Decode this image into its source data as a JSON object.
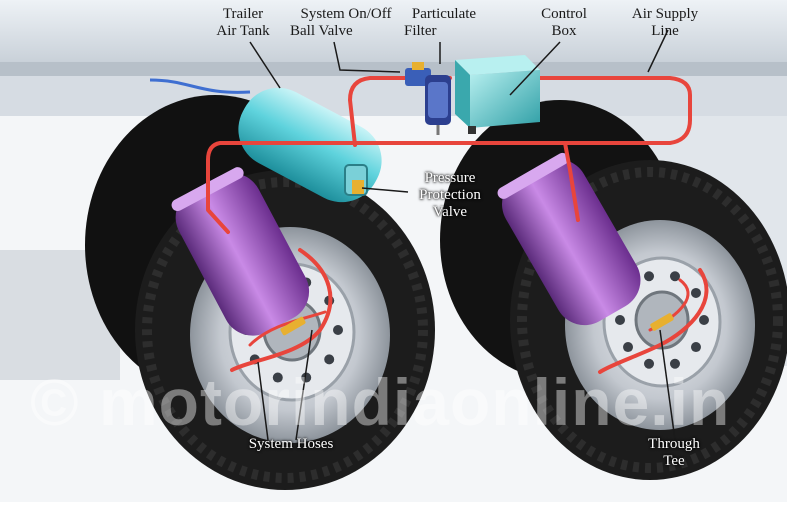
{
  "labels": {
    "trailer_air_tank": [
      "Trailer",
      "Air Tank"
    ],
    "ball_valve": [
      "System On/Off",
      "Ball Valve"
    ],
    "particulate_filter": [
      "Particulate",
      "Filter"
    ],
    "control_box": [
      "Control",
      "Box"
    ],
    "air_supply_line": [
      "Air Supply",
      "Line"
    ],
    "pressure_protection_valve": [
      "Pressure",
      "Protection",
      "Valve"
    ],
    "system_hoses": "System Hoses",
    "through_tee": [
      "Through",
      "Tee"
    ]
  },
  "watermark": "© motorindiaonline.in",
  "colors": {
    "hose": "#e8453c",
    "tank": "#5fd3dd",
    "chamber": "#a455c8",
    "tire": "#1c1c1c",
    "rim": "#c8ccd2",
    "frame": "#d8dfe6",
    "control_box": "#6fd6d8",
    "filter": "#3a5fb8",
    "fitting": "#e8b030"
  }
}
